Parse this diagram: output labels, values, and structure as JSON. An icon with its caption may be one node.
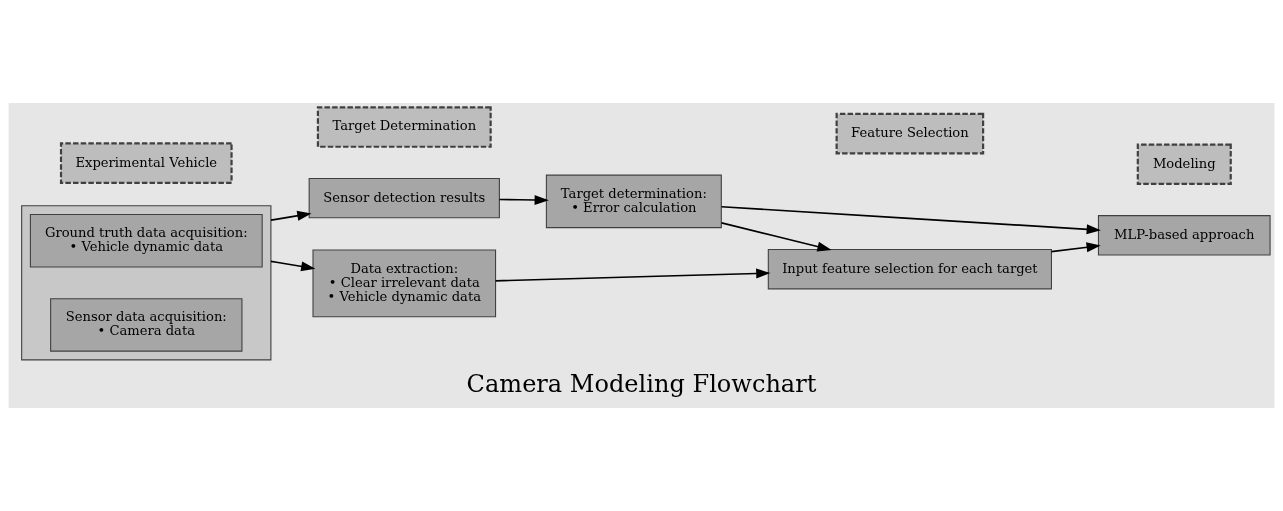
{
  "diagram": {
    "title": "Camera Modeling Flowchart",
    "nodes": [
      {
        "text": [
          "Experimental Vehicle"
        ]
      },
      {
        "text": [
          "Target Determination"
        ]
      },
      {
        "text": [
          "Feature Selection"
        ]
      },
      {
        "text": [
          "Modeling"
        ]
      },
      {
        "text": [],
        "shape": "box"
      },
      {
        "text": [
          "Ground truth data acquisition:",
          "• Vehicle dynamic data"
        ],
        "in": 4
      },
      {
        "text": [
          "Sensor data acquisition:",
          "• Camera data"
        ],
        "in": 4
      },
      {
        "text": [
          "Sensor detection results"
        ]
      },
      {
        "text": [
          "Target determination:",
          "• Error calculation"
        ]
      },
      {
        "text": [
          "Input feature selection for each target"
        ]
      },
      {
        "text": [
          "MLP-based approach"
        ]
      },
      {
        "text": [
          "Data extraction:",
          "• Clear irrelevant data",
          "• Vehicle dynamic data"
        ]
      }
    ],
    "edges": [
      {
        "from": 4,
        "to": 7,
        "arrow": "to"
      },
      {
        "from": 4,
        "to": 11,
        "arrow": "to"
      },
      {
        "from": 7,
        "to": 8,
        "arrow": "to"
      },
      {
        "from": 8,
        "to": 9,
        "arrow": "to"
      },
      {
        "from": 8,
        "to": 10,
        "arrow": "to"
      },
      {
        "from": 9,
        "to": 10,
        "arrow": "to"
      },
      {
        "from": 11,
        "to": 9,
        "arrow": "to"
      }
    ]
  }
}
